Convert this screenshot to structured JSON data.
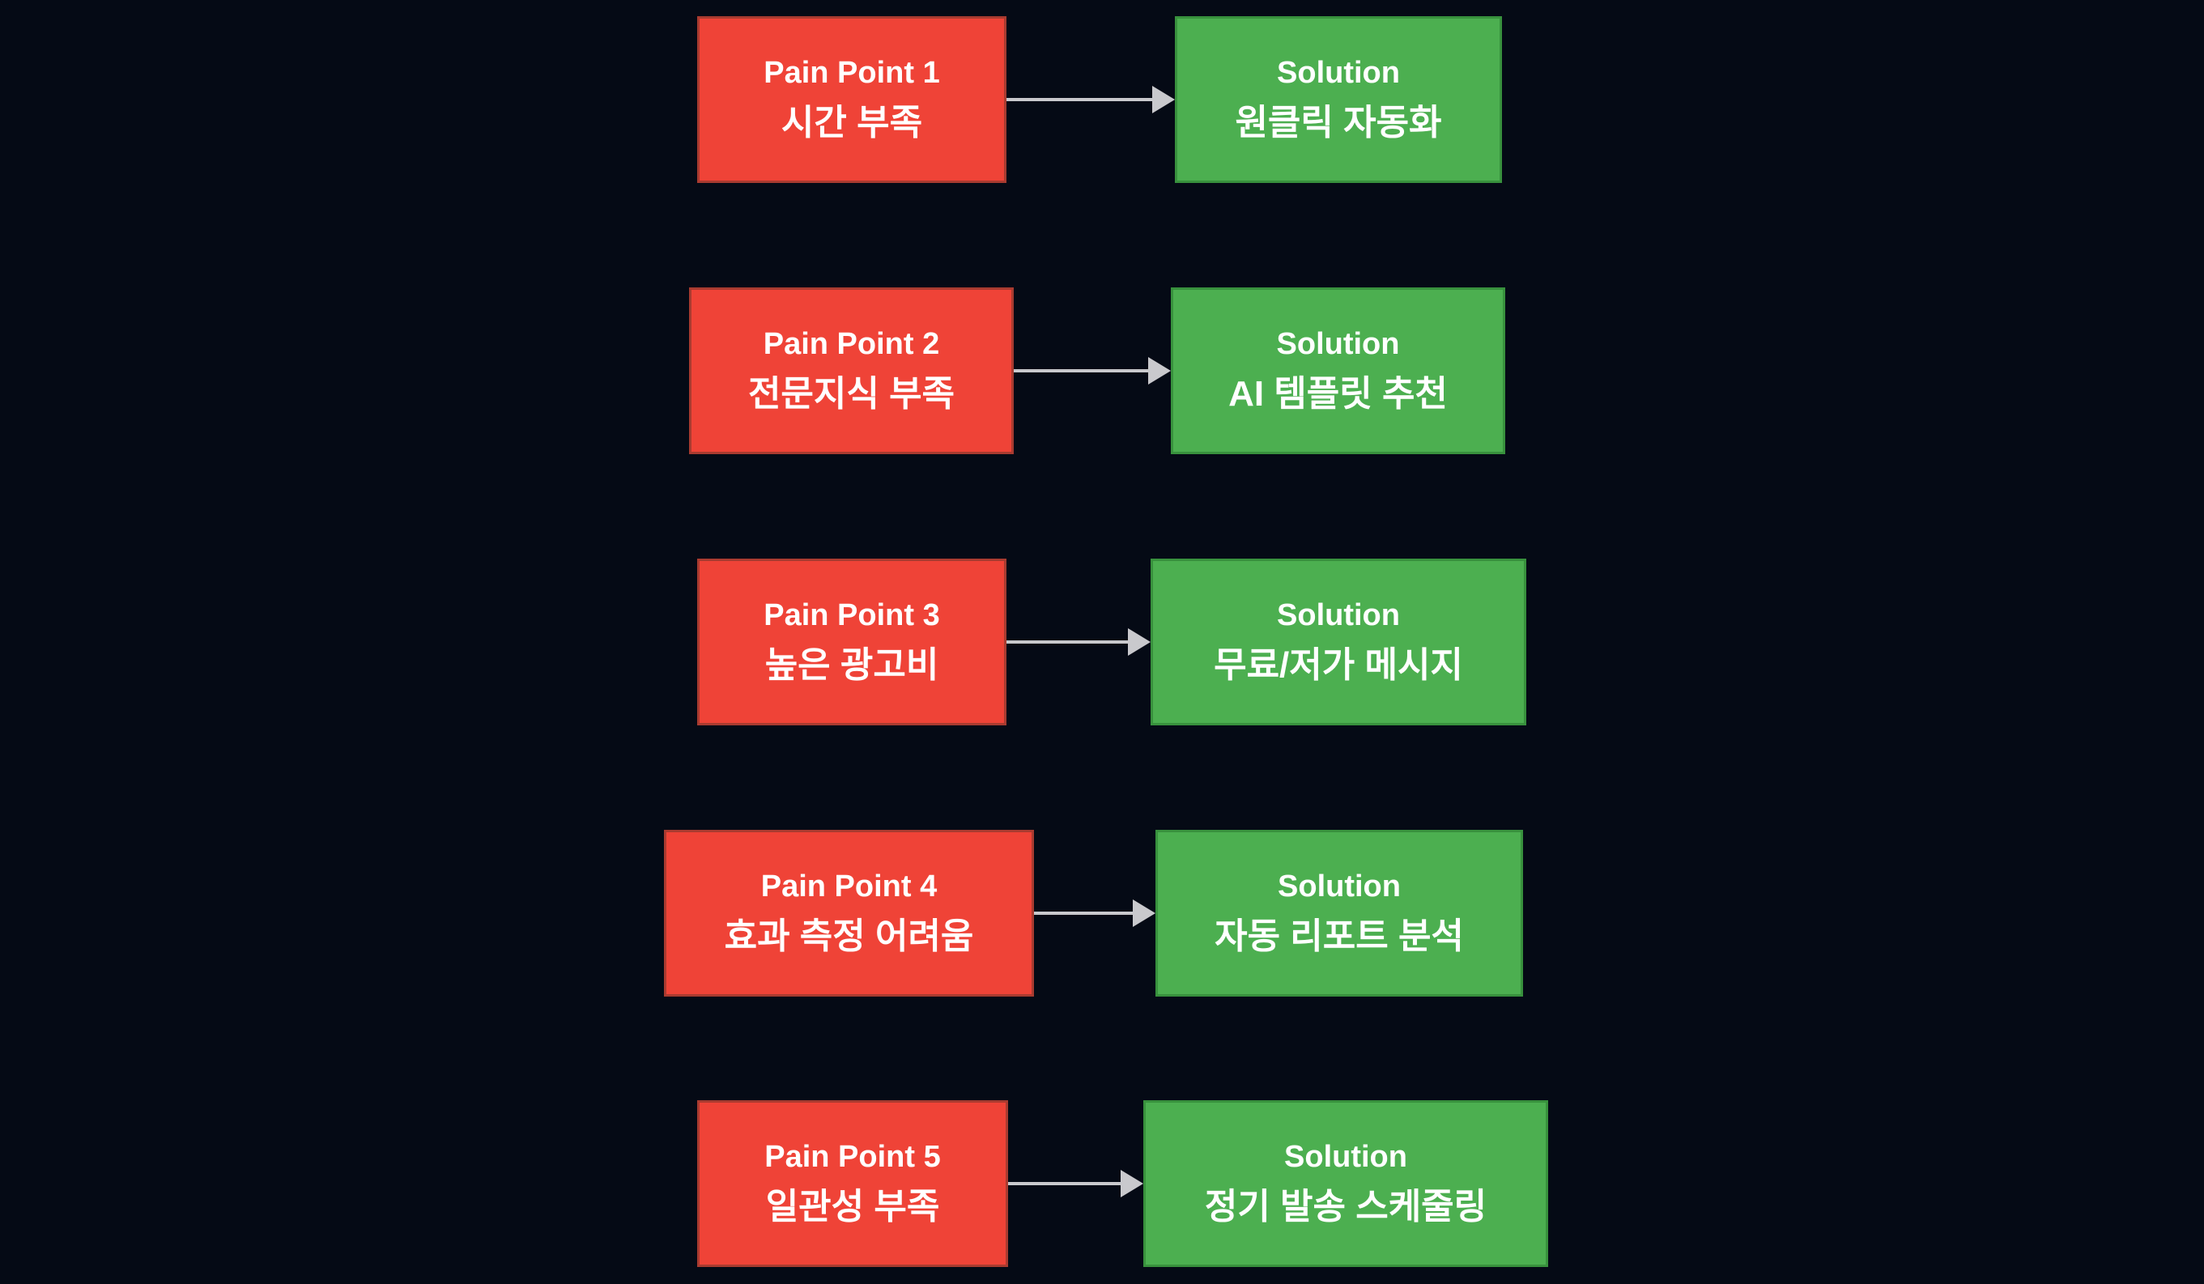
{
  "colors": {
    "background": "#050a15",
    "pain_fill": "#ef4337",
    "pain_border": "#a93b30",
    "solution_fill": "#4caf50",
    "solution_border": "#38913d",
    "arrow": "#c9c9cd",
    "text": "#ffffff"
  },
  "rows": [
    {
      "pain_title": "Pain Point 1",
      "pain_subtitle": "시간 부족",
      "solution_title": "Solution",
      "solution_subtitle": "원클릭 자동화"
    },
    {
      "pain_title": "Pain Point 2",
      "pain_subtitle": "전문지식 부족",
      "solution_title": "Solution",
      "solution_subtitle": "AI 템플릿 추천"
    },
    {
      "pain_title": "Pain Point 3",
      "pain_subtitle": "높은 광고비",
      "solution_title": "Solution",
      "solution_subtitle": "무료/저가 메시지"
    },
    {
      "pain_title": "Pain Point 4",
      "pain_subtitle": "효과 측정 어려움",
      "solution_title": "Solution",
      "solution_subtitle": "자동 리포트 분석"
    },
    {
      "pain_title": "Pain Point 5",
      "pain_subtitle": "일관성 부족",
      "solution_title": "Solution",
      "solution_subtitle": "정기 발송 스케줄링"
    }
  ]
}
